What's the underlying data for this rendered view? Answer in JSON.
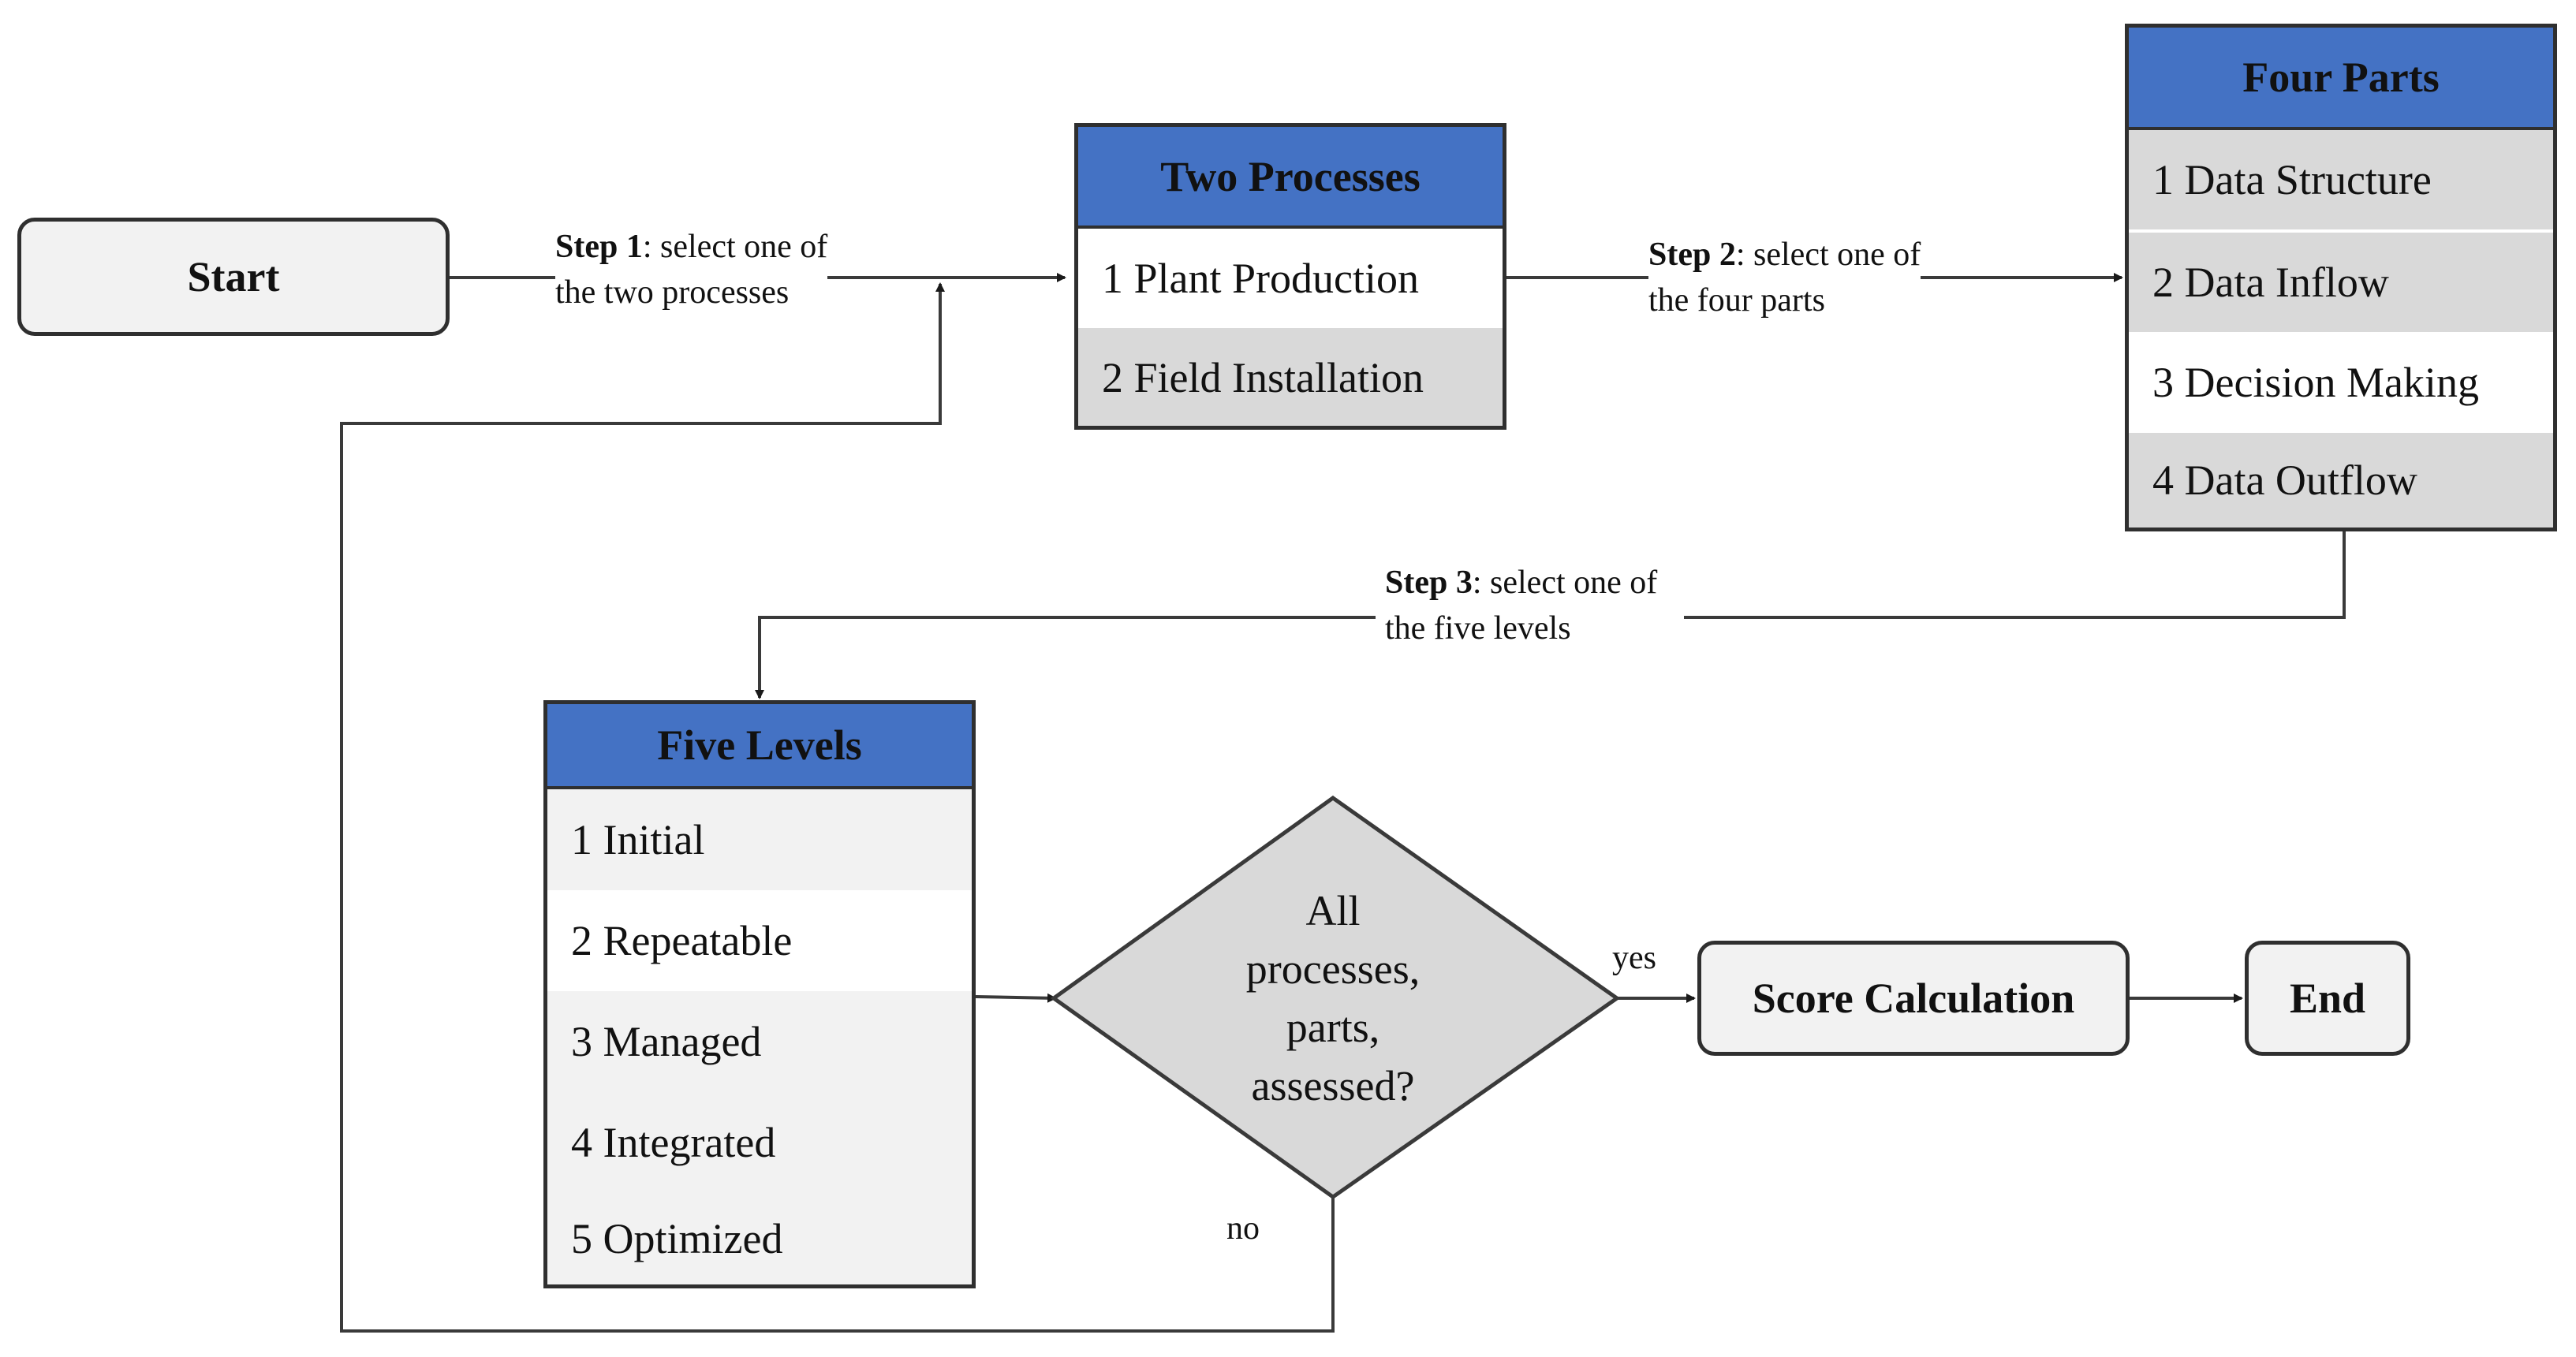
{
  "start": {
    "label": "Start"
  },
  "step1": {
    "strong": "Step 1",
    "rest": ": select one of",
    "line2": "the two processes"
  },
  "step2": {
    "strong": "Step 2",
    "rest": ": select one of",
    "line2": "the four parts"
  },
  "step3": {
    "strong": "Step 3",
    "rest": ": select one of",
    "line2": "the five levels"
  },
  "processes": {
    "title": "Two Processes",
    "items": [
      "1 Plant Production",
      "2 Field Installation"
    ]
  },
  "parts": {
    "title": "Four Parts",
    "items": [
      "1 Data Structure",
      "2 Data Inflow",
      "3 Decision Making",
      "4 Data Outflow"
    ]
  },
  "levels": {
    "title": "Five Levels",
    "items": [
      "1 Initial",
      "2 Repeatable",
      "3 Managed",
      "4 Integrated",
      "5 Optimized"
    ]
  },
  "decision": {
    "lines": [
      "All",
      "processes,",
      "parts,",
      "assessed?"
    ],
    "yes": "yes",
    "no": "no"
  },
  "score": {
    "label": "Score Calculation"
  },
  "end": {
    "label": "End"
  },
  "colors": {
    "header_blue": "#4472c4",
    "row_grey": "#d9d9d9",
    "row_light": "#f2f2f2",
    "line": "#2f2f2f"
  }
}
